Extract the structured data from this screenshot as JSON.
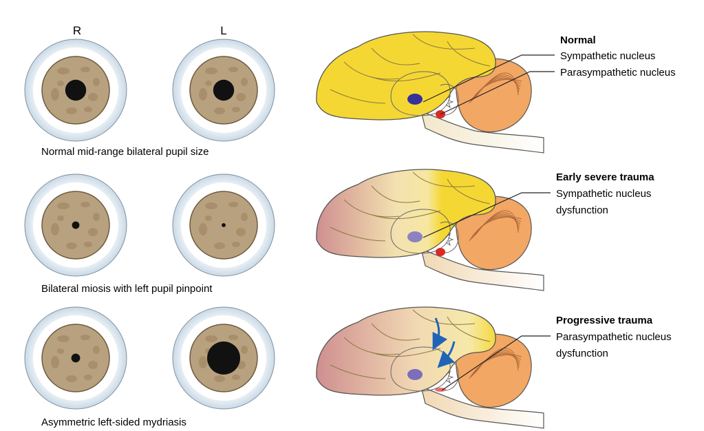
{
  "eye_headers": {
    "right": "R",
    "left": "L"
  },
  "rows": [
    {
      "caption": "Normal mid-range bilateral pupil size",
      "title": "Normal",
      "lines": [
        "Sympathetic nucleus",
        "Parasympathetic nucleus"
      ],
      "right_pupil": 0.31,
      "left_pupil": 0.31
    },
    {
      "caption": "Bilateral miosis with left pupil pinpoint",
      "title": "Early severe trauma",
      "lines": [
        "Sympathetic nucleus",
        "dysfunction"
      ],
      "right_pupil": 0.11,
      "left_pupil": 0.06
    },
    {
      "caption": "Asymmetric left-sided mydriasis",
      "title": "Progressive trauma",
      "lines": [
        "Parasympathetic nucleus",
        "dysfunction"
      ],
      "right_pupil": 0.13,
      "left_pupil": 0.49
    }
  ],
  "colors": {
    "sclera_ring": "#c9d9e6",
    "iris": "#b8a17f",
    "iris_speckle": "#9c7f5b",
    "pupil": "#111111",
    "cerebrum": "#f5d733",
    "cerebellum": "#f2a764",
    "sympathetic_nucleus": "#35339a",
    "parasympathetic_nucleus": "#d92b22",
    "trauma_tint": "#c98b8b",
    "arrow": "#1f64b9"
  }
}
